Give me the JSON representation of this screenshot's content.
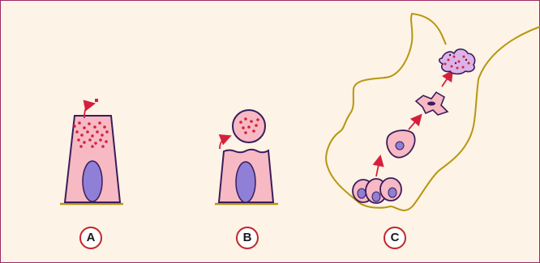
{
  "labels": {
    "a": "A",
    "b": "B",
    "c": "C"
  },
  "colors": {
    "background": "#fdf3e6",
    "frame": "#9c2a62",
    "cell_fill": "#f7b9c3",
    "cell_outline": "#3a1c5c",
    "nucleus_fill": "#8f7fd6",
    "granule": "#d61f3c",
    "arrow": "#d61f3c",
    "basement": "#b8960e",
    "label_ring": "#c0262b"
  }
}
